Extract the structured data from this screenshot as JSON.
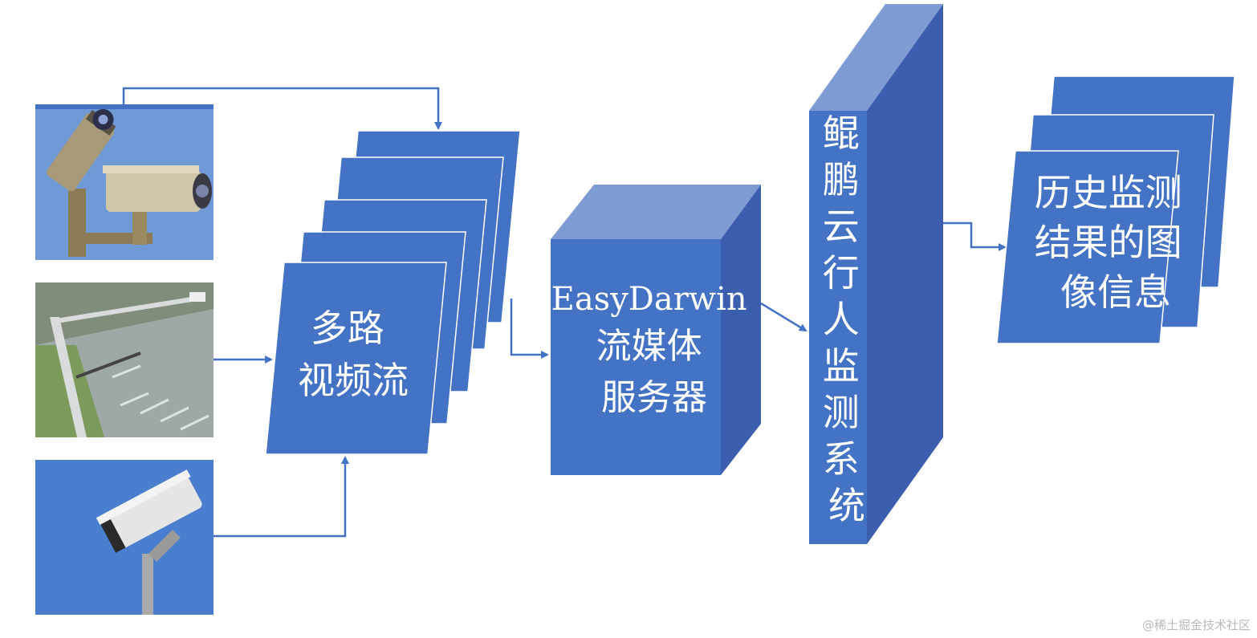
{
  "colors": {
    "box_front": "#4472c4",
    "box_top": "#7f9bd4",
    "box_side": "#3b5fae",
    "stroke": "#ffffff",
    "arrow": "#4472c4",
    "sky": "#6f9ad6",
    "road": "#9ea8a6",
    "grass": "#7c9a5c"
  },
  "cameras": [
    {
      "name": "camera-photo-1",
      "icon": "dual-cctv-camera"
    },
    {
      "name": "camera-photo-2",
      "icon": "street-pole-camera"
    },
    {
      "name": "camera-photo-3",
      "icon": "single-cctv-camera"
    }
  ],
  "nodes": {
    "video_streams": {
      "lines": [
        "多路",
        "视频流"
      ]
    },
    "media_server": {
      "lines": [
        "EasyDarwin",
        "流媒体",
        "服务器"
      ]
    },
    "kunpeng": {
      "lines": [
        "鲲",
        "鹏",
        "云",
        "行",
        "人",
        "监",
        "测",
        "系",
        "统"
      ]
    },
    "history": {
      "lines": [
        "历史监测",
        "结果的图",
        "像信息"
      ]
    }
  },
  "watermark": "@稀土掘金技术社区"
}
